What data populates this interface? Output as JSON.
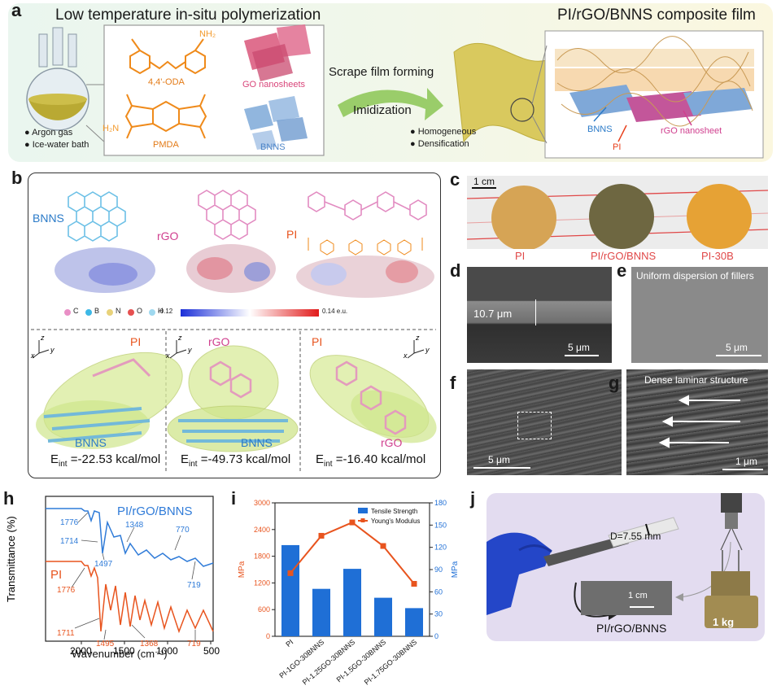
{
  "panel_a": {
    "label": "a",
    "title_left": "Low temperature in-situ polymerization",
    "title_right": "PI/rGO/BNNS composite film",
    "monomer1": "4,4'-ODA",
    "nh2_left": "H₂N",
    "nh2_right": "NH₂",
    "monomer2": "PMDA",
    "filler1": "GO nanosheets",
    "filler2": "BNNS",
    "cond1": "● Argon gas",
    "cond2": "● Ice-water bath",
    "process1": "Scrape film forming",
    "process2": "Imidization",
    "feature1": "● Homogeneous",
    "feature2": "● Densification",
    "label_bnns": "BNNS",
    "label_pi": "PI",
    "label_rgo": "rGO nanosheet"
  },
  "panel_b": {
    "label": "b",
    "mol1": "BNNS",
    "mol2": "rGO",
    "mol3": "PI",
    "legend_atoms": [
      "C",
      "B",
      "N",
      "O",
      "H"
    ],
    "atom_colors": [
      "#e98fc6",
      "#3db8e6",
      "#e8d27a",
      "#e65050",
      "#9fd8ef"
    ],
    "scale_min": "-0.12",
    "scale_max": "0.14 e.u.",
    "axis_x": "x",
    "axis_y": "y",
    "axis_z": "z",
    "pair1_a": "PI",
    "pair1_b": "BNNS",
    "pair2_a": "rGO",
    "pair2_b": "BNNS",
    "pair3_a": "PI",
    "pair3_b": "rGO",
    "energy_prefix": "E",
    "energy_sub": "int",
    "e1": "=-22.53 kcal/mol",
    "e2": "=-49.73 kcal/mol",
    "e3": "=-16.40 kcal/mol"
  },
  "panel_c": {
    "label": "c",
    "scale": "1 cm",
    "film1": "PI",
    "film2": "PI/rGO/BNNS",
    "film3": "PI-30B"
  },
  "panel_d": {
    "label": "d",
    "thickness": "10.7 μm",
    "scale": "5 μm"
  },
  "panel_e": {
    "label": "e",
    "caption": "Uniform dispersion of fillers",
    "scale": "5 μm"
  },
  "panel_f": {
    "label": "f",
    "scale": "5 μm"
  },
  "panel_g": {
    "label": "g",
    "caption": "Dense laminar structure",
    "scale": "1 μm"
  },
  "panel_h": {
    "label": "h",
    "ylabel": "Transmittance (%)",
    "xlabel": "Wavenumber (cm⁻¹)",
    "xticks": [
      "2000",
      "1500",
      "1000",
      "500"
    ],
    "series1_name": "PI/rGO/BNNS",
    "series2_name": "PI",
    "peaks_top": [
      "1776",
      "1714",
      "1497",
      "1348",
      "770",
      "719"
    ],
    "peaks_bottom": [
      "1776",
      "1711",
      "1495",
      "1368",
      "719"
    ]
  },
  "panel_j": {
    "label": "j",
    "diameter": "D=7.55 mm",
    "scale": "1 cm",
    "sample": "PI/rGO/BNNS",
    "weight": "1 kg"
  },
  "chart_data": {
    "type": "bar",
    "categories": [
      "PI",
      "PI-1GO-30BNNS",
      "PI-1.25GO-30BNNS",
      "PI-1.5GO-30BNNS",
      "PI-1.75GO-30BNNS"
    ],
    "series": [
      {
        "name": "Tensile Strength",
        "axis": "right",
        "color": "#1f6fd6",
        "values": [
          123,
          64,
          91,
          52,
          38
        ]
      },
      {
        "name": "Young's Modulus",
        "axis": "left",
        "color": "#e8541e",
        "values": [
          1420,
          2260,
          2560,
          2030,
          1180
        ]
      }
    ],
    "ylabel_left": "MPa",
    "ylabel_right": "MPa",
    "ylim_left": [
      0,
      3000
    ],
    "ylim_right": [
      0,
      180
    ],
    "yticks_left": [
      0,
      600,
      1200,
      1800,
      2400,
      3000
    ],
    "yticks_right": [
      0,
      30,
      60,
      90,
      120,
      150,
      180
    ],
    "legend_position": "top-right",
    "panel_label": "i"
  }
}
